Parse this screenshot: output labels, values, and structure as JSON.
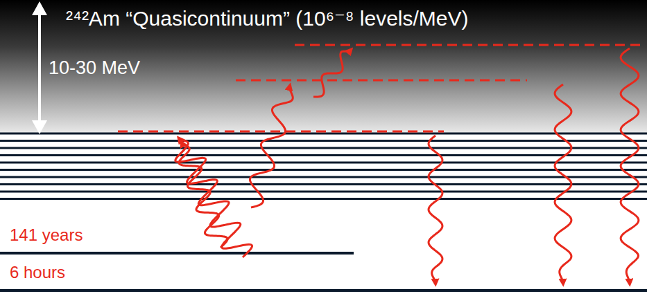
{
  "diagram": {
    "title": "²⁴²Am “Quasicontinuum” (10⁶⁻⁸ levels/MeV)",
    "labels": [
      "10-30 MeV",
      "141 years",
      "6 hours"
    ]
  }
}
